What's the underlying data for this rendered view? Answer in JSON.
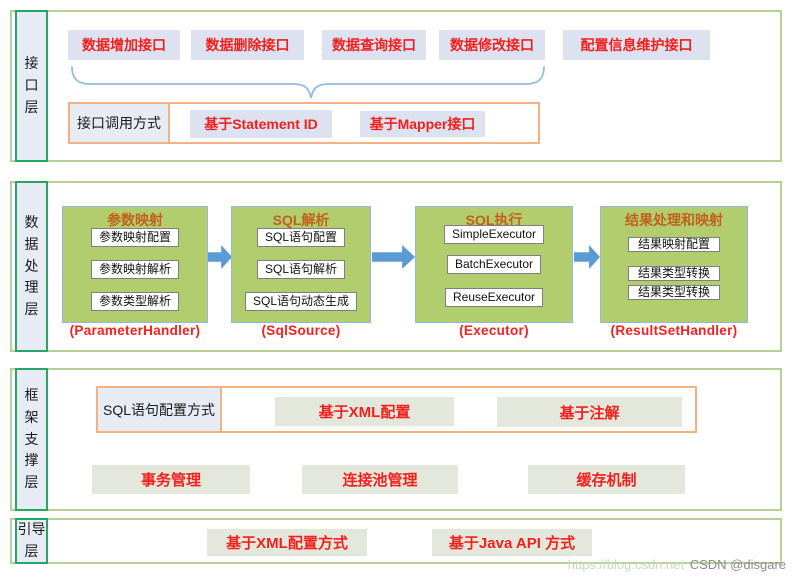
{
  "colors": {
    "layer_border": "#b7d094",
    "label_border": "#27a567",
    "label_bg": "#e7ebf4",
    "lavender_btn_bg": "#dde2f0",
    "green_module_bg": "#b2cd6e",
    "green_module_border": "#92b7e2",
    "orange_border": "#f4b183",
    "grey_green_btn_bg": "#e4e8dc",
    "red_text": "#f2201d",
    "orange_title": "#c1611c",
    "arrow_blue": "#5b9bd5"
  },
  "interface_layer": {
    "label": "接口层",
    "api_buttons": [
      "数据增加接口",
      "数据删除接口",
      "数据查询接口",
      "数据修改接口",
      "配置信息维护接口"
    ],
    "call_method": {
      "label": "接口调用方式",
      "options": [
        "基于Statement ID",
        "基于Mapper接口"
      ]
    }
  },
  "data_layer": {
    "label": "数据处理层",
    "modules": [
      {
        "title": "参数映射",
        "items": [
          "参数映射配置",
          "参数映射解析",
          "参数类型解析"
        ],
        "handler": "(ParameterHandler)"
      },
      {
        "title": "SQL解析",
        "items": [
          "SQL语句配置",
          "SQL语句解析",
          "SQL语句动态生成"
        ],
        "handler": "(SqlSource)"
      },
      {
        "title": "SQL执行",
        "items": [
          "SimpleExecutor",
          "BatchExecutor",
          "ReuseExecutor"
        ],
        "handler": "(Executor)"
      },
      {
        "title": "结果处理和映射",
        "items": [
          "结果映射配置",
          "结果类型转换",
          "结果类型转换"
        ],
        "handler": "(ResultSetHandler)"
      }
    ]
  },
  "support_layer": {
    "label": "框架支撑层",
    "sql_config": {
      "label": "SQL语句配置方式",
      "options": [
        "基于XML配置",
        "基于注解"
      ]
    },
    "features": [
      "事务管理",
      "连接池管理",
      "缓存机制"
    ]
  },
  "boot_layer": {
    "label": "引导层",
    "options": [
      "基于XML配置方式",
      "基于Java API 方式"
    ]
  },
  "watermark": {
    "url": "https://blog.csdn.net",
    "credit": "CSDN @disgare"
  }
}
